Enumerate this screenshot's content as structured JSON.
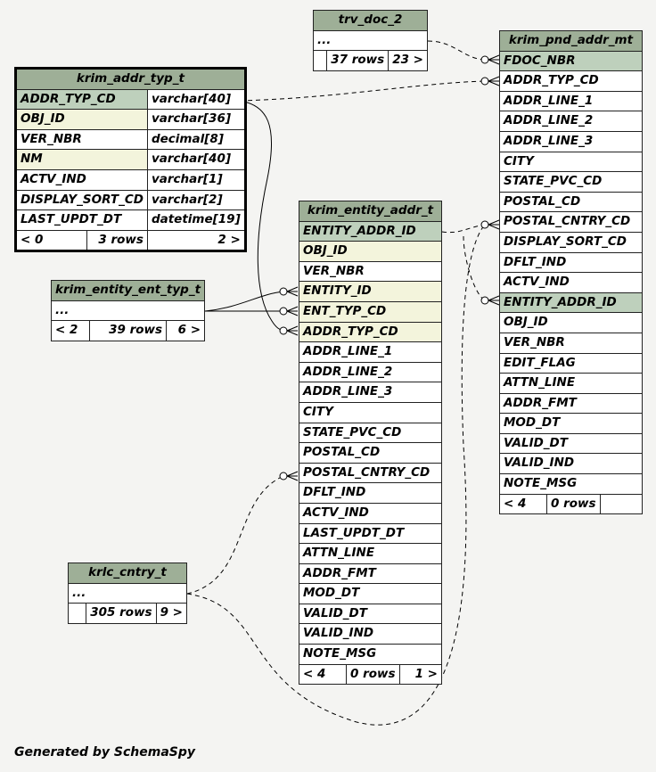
{
  "colors": {
    "background": "#f4f4f2",
    "header": "#9eaf97",
    "primary_key": "#bed0bc",
    "foreign_key": "#f3f4dc"
  },
  "tables": {
    "trv_doc_2": {
      "name": "trv_doc_2",
      "columns": [
        {
          "name": "..."
        }
      ],
      "footer": {
        "left": "",
        "rows": "37 rows",
        "right": "23 >"
      }
    },
    "krim_pnd_addr_mt": {
      "name": "krim_pnd_addr_mt",
      "columns": [
        {
          "name": "FDOC_NBR",
          "kind": "pk"
        },
        {
          "name": "ADDR_TYP_CD"
        },
        {
          "name": "ADDR_LINE_1"
        },
        {
          "name": "ADDR_LINE_2"
        },
        {
          "name": "ADDR_LINE_3"
        },
        {
          "name": "CITY"
        },
        {
          "name": "STATE_PVC_CD"
        },
        {
          "name": "POSTAL_CD"
        },
        {
          "name": "POSTAL_CNTRY_CD"
        },
        {
          "name": "DISPLAY_SORT_CD"
        },
        {
          "name": "DFLT_IND"
        },
        {
          "name": "ACTV_IND"
        },
        {
          "name": "ENTITY_ADDR_ID",
          "kind": "pk"
        },
        {
          "name": "OBJ_ID"
        },
        {
          "name": "VER_NBR"
        },
        {
          "name": "EDIT_FLAG"
        },
        {
          "name": "ATTN_LINE"
        },
        {
          "name": "ADDR_FMT"
        },
        {
          "name": "MOD_DT"
        },
        {
          "name": "VALID_DT"
        },
        {
          "name": "VALID_IND"
        },
        {
          "name": "NOTE_MSG"
        }
      ],
      "footer": {
        "left": "< 4",
        "rows": "0 rows",
        "right": ""
      }
    },
    "krim_addr_typ_t": {
      "name": "krim_addr_typ_t",
      "columns": [
        {
          "name": "ADDR_TYP_CD",
          "type": "varchar[40]",
          "kind": "pk"
        },
        {
          "name": "OBJ_ID",
          "type": "varchar[36]",
          "kind": "fk"
        },
        {
          "name": "VER_NBR",
          "type": "decimal[8]"
        },
        {
          "name": "NM",
          "type": "varchar[40]",
          "kind": "fk"
        },
        {
          "name": "ACTV_IND",
          "type": "varchar[1]"
        },
        {
          "name": "DISPLAY_SORT_CD",
          "type": "varchar[2]"
        },
        {
          "name": "LAST_UPDT_DT",
          "type": "datetime[19]"
        }
      ],
      "footer": {
        "left": "< 0",
        "rows": "3 rows",
        "right": "2 >"
      }
    },
    "krim_entity_addr_t": {
      "name": "krim_entity_addr_t",
      "columns": [
        {
          "name": "ENTITY_ADDR_ID",
          "kind": "pk"
        },
        {
          "name": "OBJ_ID",
          "kind": "fk"
        },
        {
          "name": "VER_NBR"
        },
        {
          "name": "ENTITY_ID",
          "kind": "fk"
        },
        {
          "name": "ENT_TYP_CD",
          "kind": "fk"
        },
        {
          "name": "ADDR_TYP_CD",
          "kind": "fk"
        },
        {
          "name": "ADDR_LINE_1"
        },
        {
          "name": "ADDR_LINE_2"
        },
        {
          "name": "ADDR_LINE_3"
        },
        {
          "name": "CITY"
        },
        {
          "name": "STATE_PVC_CD"
        },
        {
          "name": "POSTAL_CD"
        },
        {
          "name": "POSTAL_CNTRY_CD"
        },
        {
          "name": "DFLT_IND"
        },
        {
          "name": "ACTV_IND"
        },
        {
          "name": "LAST_UPDT_DT"
        },
        {
          "name": "ATTN_LINE"
        },
        {
          "name": "ADDR_FMT"
        },
        {
          "name": "MOD_DT"
        },
        {
          "name": "VALID_DT"
        },
        {
          "name": "VALID_IND"
        },
        {
          "name": "NOTE_MSG"
        }
      ],
      "footer": {
        "left": "< 4",
        "rows": "0 rows",
        "right": "1 >"
      }
    },
    "krim_entity_ent_typ_t": {
      "name": "krim_entity_ent_typ_t",
      "columns": [
        {
          "name": "..."
        }
      ],
      "footer": {
        "left": "< 2",
        "rows": "39 rows",
        "right": "6 >"
      }
    },
    "krlc_cntry_t": {
      "name": "krlc_cntry_t",
      "columns": [
        {
          "name": "..."
        }
      ],
      "footer": {
        "left": "",
        "rows": "305 rows",
        "right": "9 >"
      }
    }
  },
  "footer_text": "Generated by SchemaSpy"
}
